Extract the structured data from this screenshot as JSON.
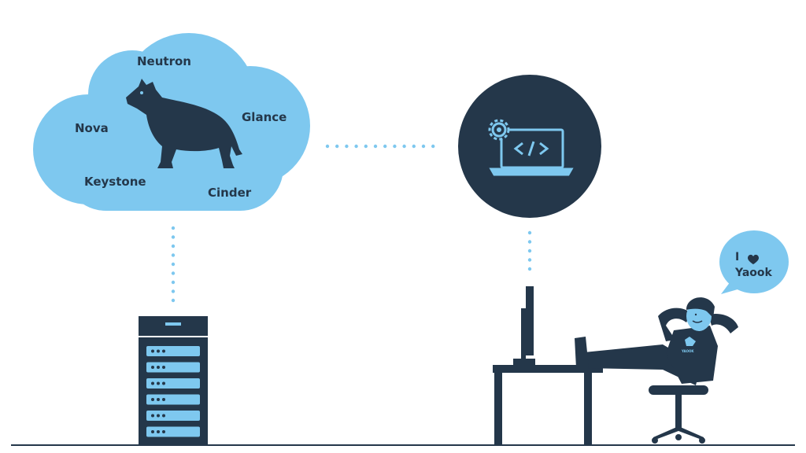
{
  "cloud": {
    "services": {
      "neutron": "Neutron",
      "nova": "Nova",
      "glance": "Glance",
      "keystone": "Keystone",
      "cinder": "Cinder"
    }
  },
  "speech_bubble": {
    "line1": "I",
    "line2": "Yaook"
  },
  "shirt_logo": "YAOOK",
  "colors": {
    "cloud": "#7ec8ef",
    "dark": "#24374a",
    "accent": "#7ec8ef",
    "background": "#ffffff"
  },
  "icons": {
    "mascot": "wolf-icon",
    "dev": "laptop-code-icon",
    "gear": "gear-icon",
    "heart": "heart-icon"
  }
}
